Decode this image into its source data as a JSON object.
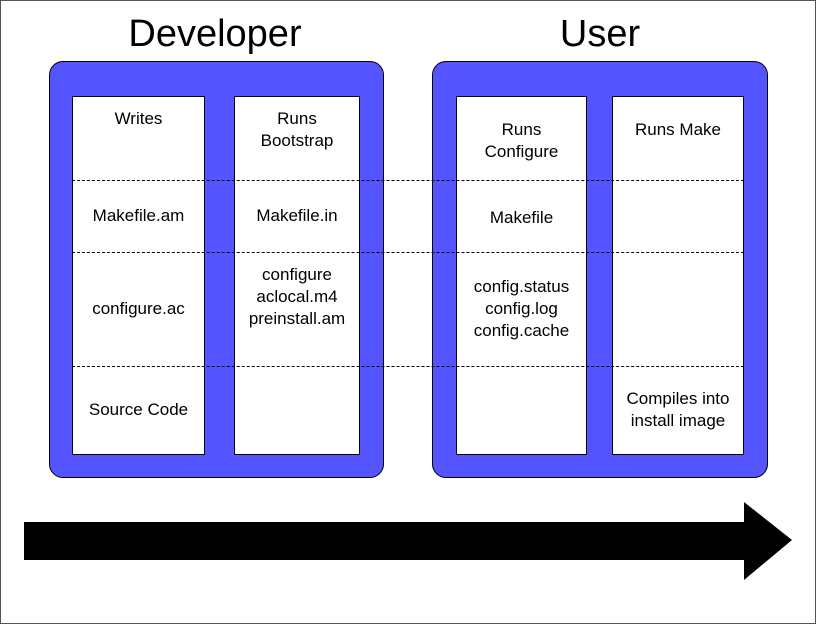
{
  "colors": {
    "panel": "#5555ff",
    "arrow": "#000000",
    "background": "#ffffff"
  },
  "developer": {
    "title": "Developer",
    "writes": {
      "header": "Writes",
      "makefile": "Makefile.am",
      "configure": "configure.ac",
      "source": "Source Code"
    },
    "bootstrap": {
      "header": "Runs\nBootstrap",
      "makefile": "Makefile.in",
      "configure": "configure\naclocal.m4\npreinstall.am",
      "source": ""
    }
  },
  "user": {
    "title": "User",
    "configure": {
      "header": "Runs\nConfigure",
      "makefile": "Makefile",
      "configure": "config.status\nconfig.log\nconfig.cache",
      "source": ""
    },
    "make": {
      "header": "Runs Make",
      "makefile": "",
      "configure": "",
      "source": "Compiles into\ninstall image"
    }
  }
}
